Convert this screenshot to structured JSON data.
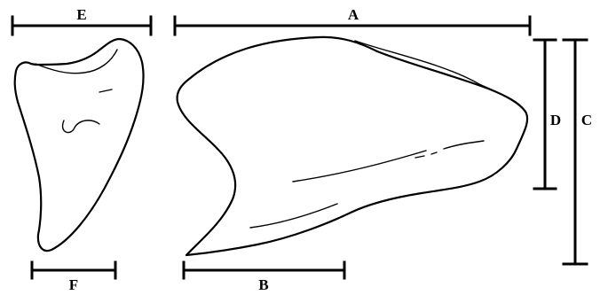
{
  "labels": {
    "a": "A",
    "b": "B",
    "c": "C",
    "d": "D",
    "e": "E",
    "f": "F"
  },
  "colors": {
    "ink": "#000000",
    "background": "#ffffff"
  }
}
